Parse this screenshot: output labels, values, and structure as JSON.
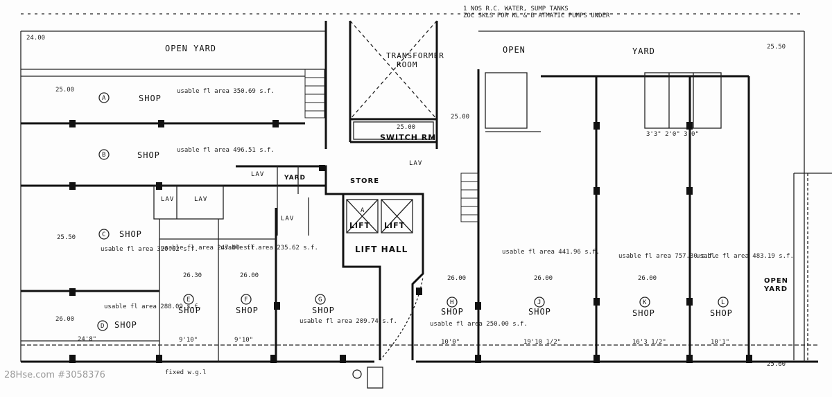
{
  "notes": {
    "top_tank": "1 NOS R.C. WATER, SUMP TANKS",
    "top_pump": "ZOC SKLS FOR KL & B ATMATIC PUMPS UNDER"
  },
  "rooms": {
    "open_yard_left": "OPEN      YARD",
    "open_right": "OPEN",
    "yard_right": "YARD",
    "transformer": "TRANSFORMER",
    "transformer_room": "ROOM",
    "switch_rm": "SWITCH RM",
    "lift_hall": "LIFT  HALL",
    "lift_a": "LIFT",
    "lift_b": "LIFT",
    "store": "STORE",
    "yard_small": "YARD",
    "lav1": "LAV",
    "lav2": "LAV",
    "lav3": "LAV",
    "lav4": "LAV",
    "lav5": "LAV",
    "open_yard_far_right": "OPEN",
    "yard_far_right": "YARD"
  },
  "shops": [
    {
      "letter": "A",
      "label": "SHOP",
      "area": "usable fl area 350.69 s.f."
    },
    {
      "letter": "B",
      "label": "SHOP",
      "area": "usable fl area 496.51 s.f."
    },
    {
      "letter": "C",
      "label": "SHOP",
      "area": "usable fl area 320.62 s.f."
    },
    {
      "letter": "D",
      "label": "SHOP",
      "area": "usable fl area 288.09 s.f."
    },
    {
      "letter": "E",
      "label": "SHOP",
      "area": "usable fl area 247.00 s.f."
    },
    {
      "letter": "F",
      "label": "SHOP",
      "area": "usable fl area 235.62 s.f."
    },
    {
      "letter": "G",
      "label": "SHOP",
      "area": "usable fl area 209.74 s.f."
    },
    {
      "letter": "H",
      "label": "SHOP",
      "area": "usable fl area 250.00 s.f."
    },
    {
      "letter": "J",
      "label": "SHOP",
      "area": "usable fl area 441.96 s.f."
    },
    {
      "letter": "K",
      "label": "SHOP",
      "area": "usable fl area 757.30 s.f."
    },
    {
      "letter": "L",
      "label": "SHOP",
      "area": "usable fl area 483.19 s.f."
    }
  ],
  "levels": {
    "l1": "24.00",
    "l2": "25.00",
    "l3": "25.50",
    "l4": "26.00",
    "l5": "26.30",
    "l6": "26.00",
    "l7": "26.00",
    "l8": "26.00",
    "l9": "25.00",
    "l10": "25.60",
    "l11": "25.00",
    "l12": "26.00",
    "l13": "25.50"
  },
  "dimensions": {
    "d1": "24'8\"",
    "d2": "9'10\"",
    "d3": "9'10\"",
    "d4": "10'0\"",
    "d5": "19'10 1/2\"",
    "d6": "16'3 1/2\"",
    "d7": "10'1\"",
    "d8": "3'3\" 2'0\" 3'0\""
  },
  "misc": {
    "fixed_wall": "fixed w.g.l",
    "watermark": "28Hse.com #3058376"
  }
}
